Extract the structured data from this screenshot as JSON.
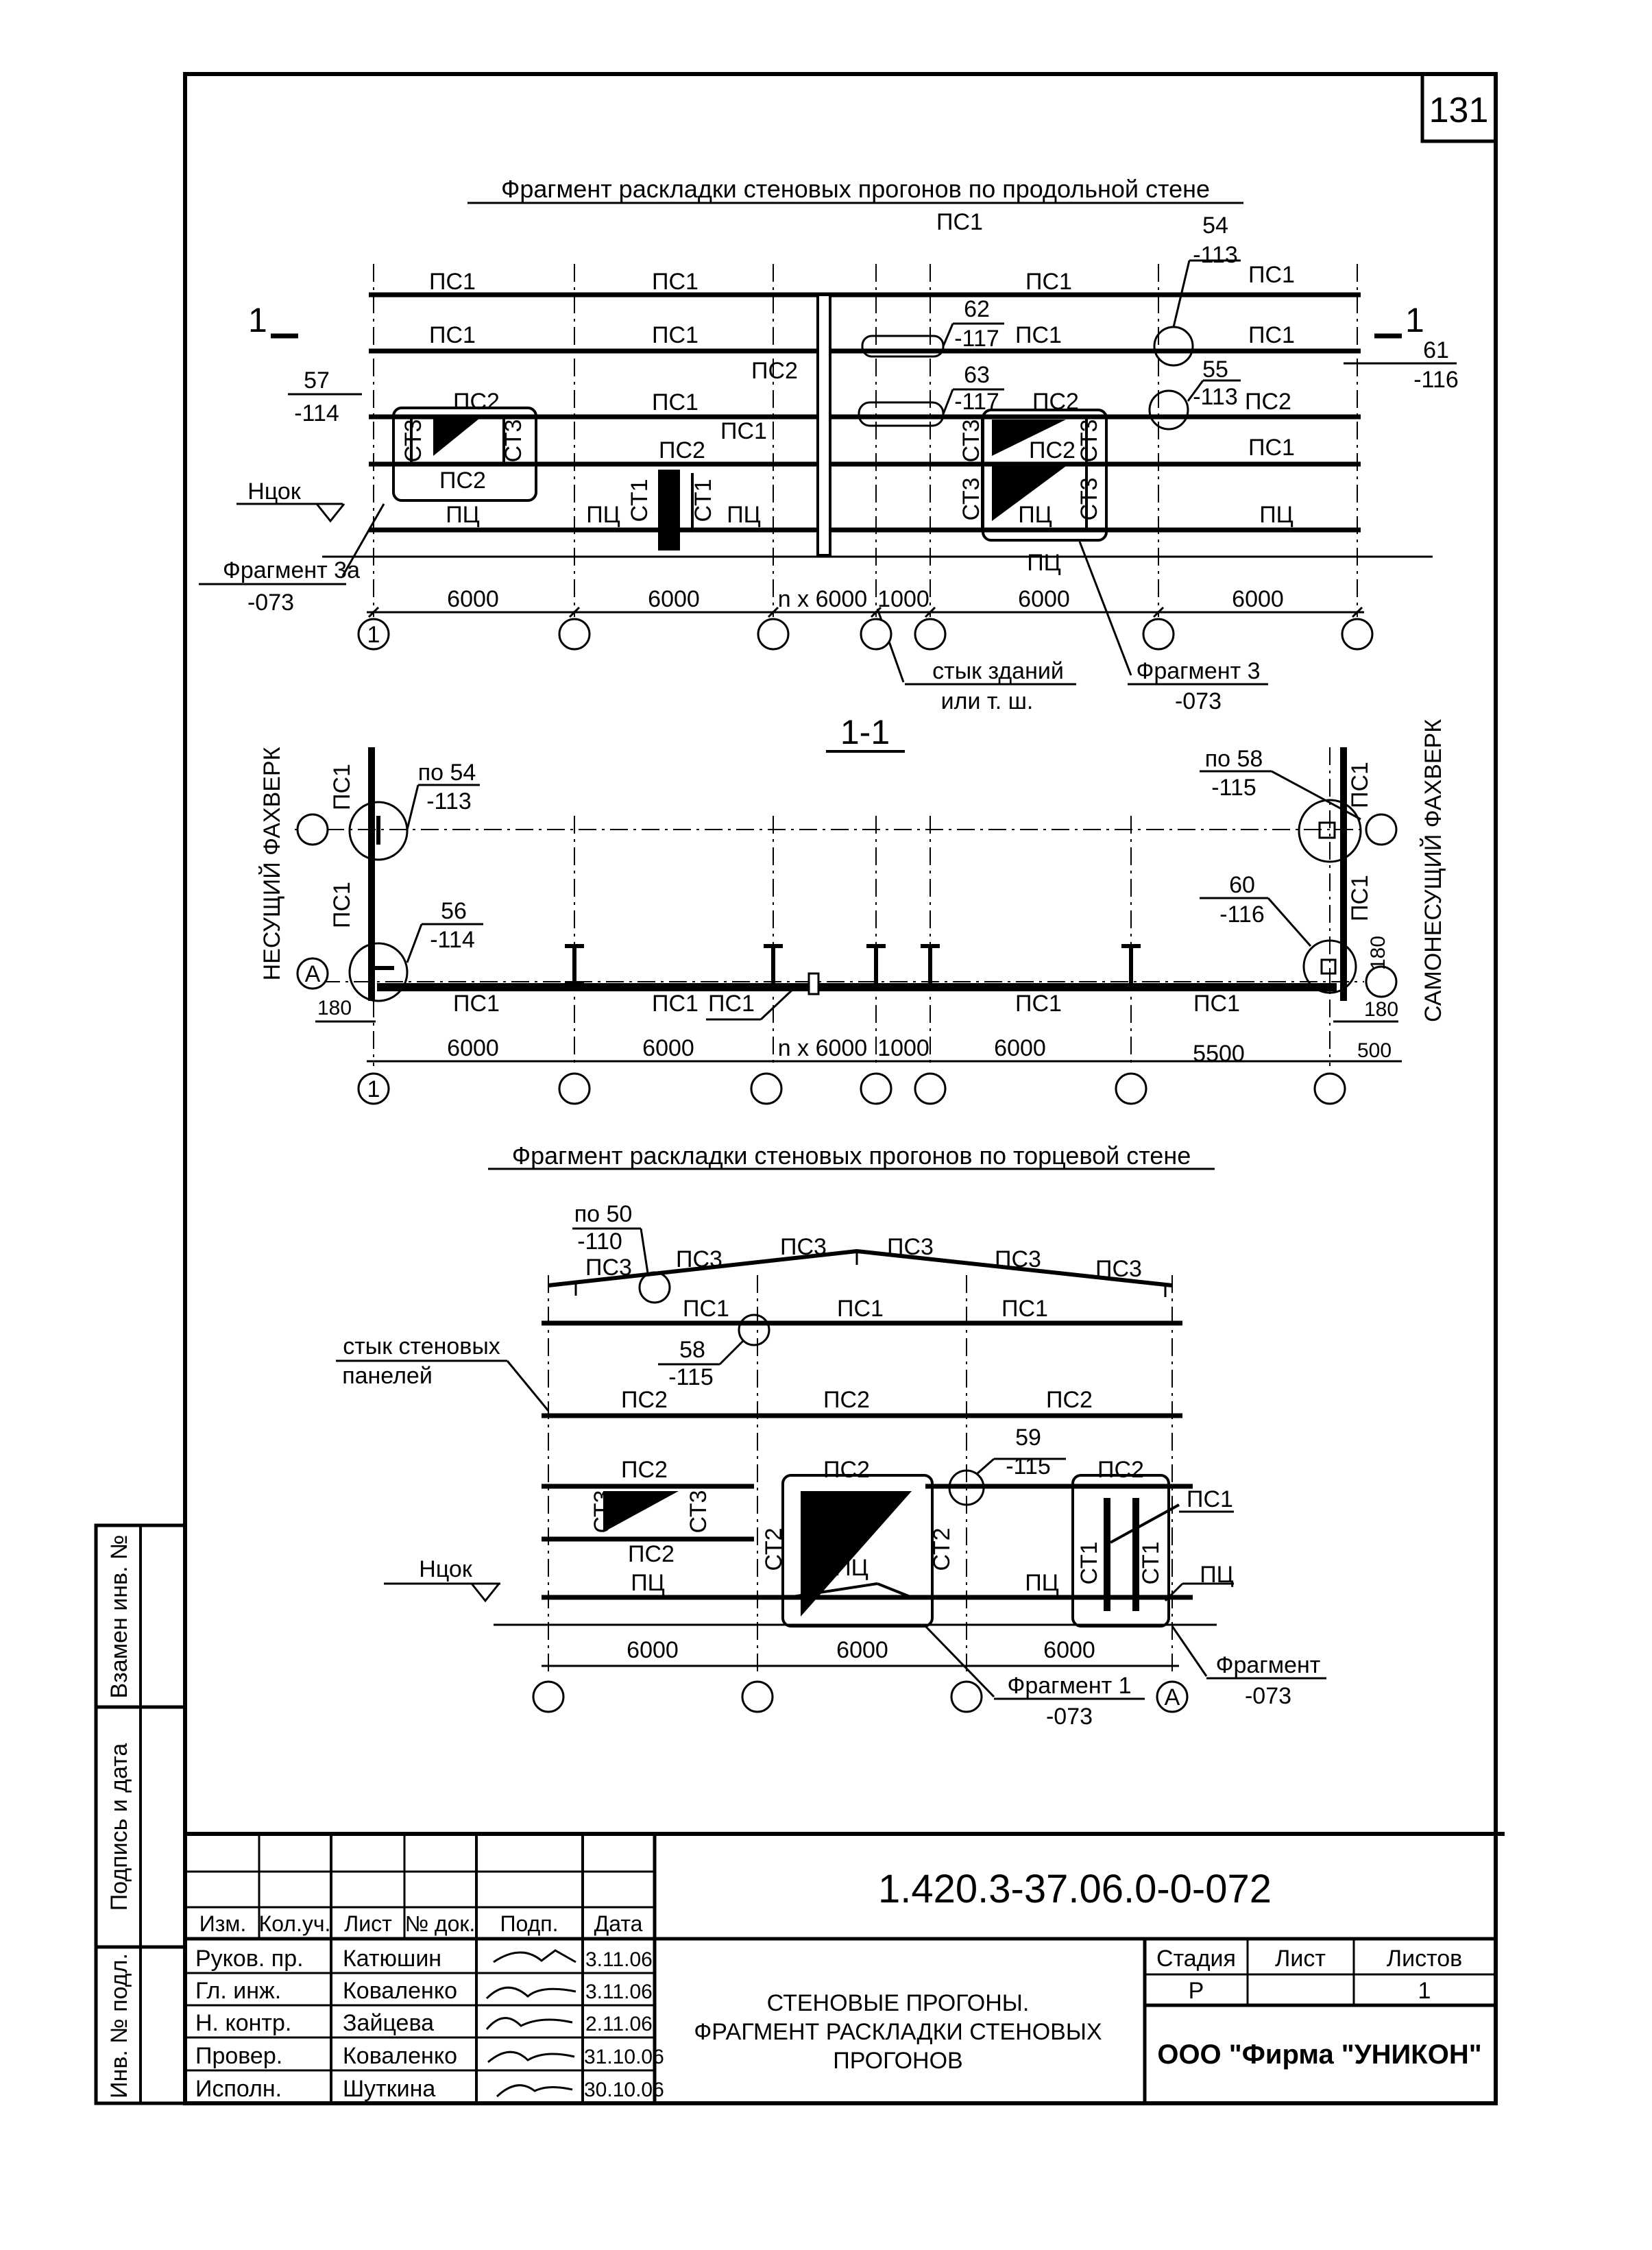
{
  "page_number": "131",
  "fragment_long": {
    "title": "Фрагмент раскладки стеновых прогонов по продольной стене",
    "section_marker": "1",
    "purlins": [
      "ПС1",
      "ПС1",
      "ПС1",
      "ПС1",
      "ПС1",
      "ПС1",
      "ПС1",
      "ПС1",
      "ПС1",
      "ПС1",
      "ПС1",
      "ПС1",
      "ПС2",
      "ПС2",
      "ПС2",
      "ПС2",
      "ПС2",
      "ПС2",
      "ПС2",
      "ПЦ",
      "ПЦ",
      "ПЦ",
      "ПЦ",
      "ПЦ",
      "ПЦ"
    ],
    "posts": [
      "СТ3",
      "СТ3",
      "СТ1",
      "СТ1",
      "СТ3",
      "СТ3",
      "СТ3",
      "СТ3"
    ],
    "node_refs": [
      {
        "num": "57",
        "sheet": "-114"
      },
      {
        "num": "62",
        "sheet": "-117"
      },
      {
        "num": "63",
        "sheet": "-117"
      },
      {
        "num": "54",
        "sheet": "-113"
      },
      {
        "num": "55",
        "sheet": "-113"
      },
      {
        "num": "61",
        "sheet": "-116"
      }
    ],
    "level_label": "Нцок",
    "fragment_3a": {
      "label": "Фрагмент 3а",
      "sheet": "-073"
    },
    "fragment_3": {
      "label": "Фрагмент 3",
      "sheet": "-073"
    },
    "joint_note": [
      "стык зданий",
      "или т. ш."
    ],
    "dims": [
      "6000",
      "6000",
      "n x 6000",
      "1000",
      "6000",
      "6000"
    ],
    "axis_first": "1"
  },
  "section_1_1": {
    "title": "1-1",
    "left_side": "НЕСУЩИЙ ФАХВЕРК",
    "right_side": "САМОНЕСУЩИЙ ФАХВЕРК",
    "purlins": [
      "ПС1",
      "ПС1",
      "ПС1",
      "ПС1",
      "ПС1",
      "ПС1",
      "ПС1",
      "ПС1"
    ],
    "refs": [
      {
        "num": "по 54",
        "sheet": "-113"
      },
      {
        "num": "56",
        "sheet": "-114"
      },
      {
        "num": "по 58",
        "sheet": "-115"
      },
      {
        "num": "60",
        "sheet": "-116"
      }
    ],
    "small_dims": [
      "180",
      "180",
      "180",
      "500"
    ],
    "dims": [
      "6000",
      "6000",
      "n x 6000",
      "1000",
      "6000",
      "5500"
    ],
    "axis_a": "А",
    "axis_first": "1"
  },
  "fragment_end": {
    "title": "Фрагмент раскладки стеновых прогонов по торцевой стене",
    "roof_purlins": [
      "ПС3",
      "ПС3",
      "ПС3",
      "ПС3",
      "ПС3",
      "ПС3"
    ],
    "purlins": [
      "ПС1",
      "ПС1",
      "ПС1",
      "ПС2",
      "ПС2",
      "ПС2",
      "ПС2",
      "ПС2",
      "ПС2",
      "ПС2",
      "ПС1",
      "ПЦ",
      "ПЦ",
      "ПЦ",
      "ПЦ"
    ],
    "posts": [
      "СТ3",
      "СТ3",
      "СТ2",
      "СТ2",
      "СТ1",
      "СТ1"
    ],
    "refs": [
      {
        "num": "по 50",
        "sheet": "-110"
      },
      {
        "num": "58",
        "sheet": "-115"
      },
      {
        "num": "59",
        "sheet": "-115"
      }
    ],
    "panel_joint": [
      "стык стеновых",
      "панелей"
    ],
    "level_label": "Нцок",
    "fragment_1": {
      "label": "Фрагмент 1",
      "sheet": "-073"
    },
    "fragment_r": {
      "label": "Фрагмент",
      "sheet": "-073"
    },
    "dims": [
      "6000",
      "6000",
      "6000"
    ],
    "axis_a": "А"
  },
  "side_stamp": [
    "Взамен инв. №",
    "Подпись и дата",
    "Инв. № подл."
  ],
  "title_block": {
    "code": "1.420.3-37.06.0-0-072",
    "headers": [
      "Изм.",
      "Кол.уч.",
      "Лист",
      "№ док.",
      "Подп.",
      "Дата"
    ],
    "rows": [
      {
        "role": "Руков. пр.",
        "name": "Катюшин",
        "date": "3.11.06"
      },
      {
        "role": "Гл. инж.",
        "name": "Коваленко",
        "date": "3.11.06"
      },
      {
        "role": "Н. контр.",
        "name": "Зайцева",
        "date": "2.11.06"
      },
      {
        "role": "Провер.",
        "name": "Коваленко",
        "date": "31.10.06"
      },
      {
        "role": "Исполн.",
        "name": "Шуткина",
        "date": "30.10.06"
      }
    ],
    "sheet_title": [
      "СТЕНОВЫЕ ПРОГОНЫ.",
      "ФРАГМЕНТ РАСКЛАДКИ СТЕНОВЫХ",
      "ПРОГОНОВ"
    ],
    "stage_headers": [
      "Стадия",
      "Лист",
      "Листов"
    ],
    "stage": "Р",
    "sheet_no": "",
    "sheets": "1",
    "org": "ООО  \"Фирма \"УНИКОН\""
  }
}
